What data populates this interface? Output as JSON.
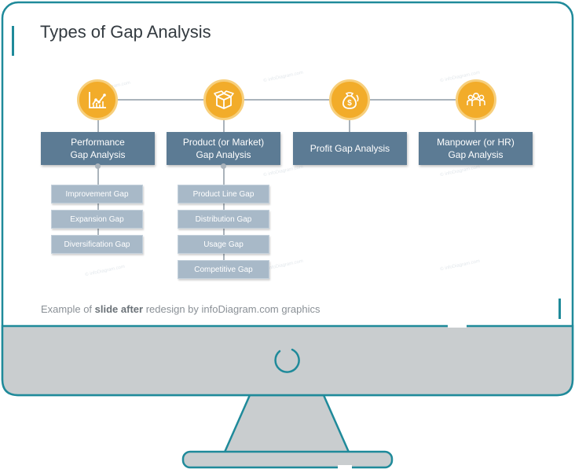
{
  "title": "Types of Gap Analysis",
  "colors": {
    "accent": "#1f8a9a",
    "circle": "#f2ac2a",
    "category": "#5c7b94",
    "sub": "#a8b9c8",
    "connector": "#aab3bb"
  },
  "categories": [
    {
      "label_line1": "Performance",
      "label_line2": "Gap Analysis",
      "icon": "chart-icon",
      "subs": [
        "Improvement Gap",
        "Expansion Gap",
        "Diversification Gap"
      ]
    },
    {
      "label_line1": "Product (or Market)",
      "label_line2": "Gap Analysis",
      "icon": "box-icon",
      "subs": [
        "Product Line Gap",
        "Distribution Gap",
        "Usage Gap",
        "Competitive Gap"
      ]
    },
    {
      "label_line1": "Profit Gap Analysis",
      "label_line2": "",
      "icon": "money-bag-icon",
      "subs": []
    },
    {
      "label_line1": "Manpower (or HR)",
      "label_line2": "Gap Analysis",
      "icon": "people-icon",
      "subs": []
    }
  ],
  "footer": {
    "prefix": "Example of ",
    "bold": "slide after",
    "suffix": " redesign by infoDiagram.com graphics"
  },
  "watermark": "© infoDiagram.com"
}
